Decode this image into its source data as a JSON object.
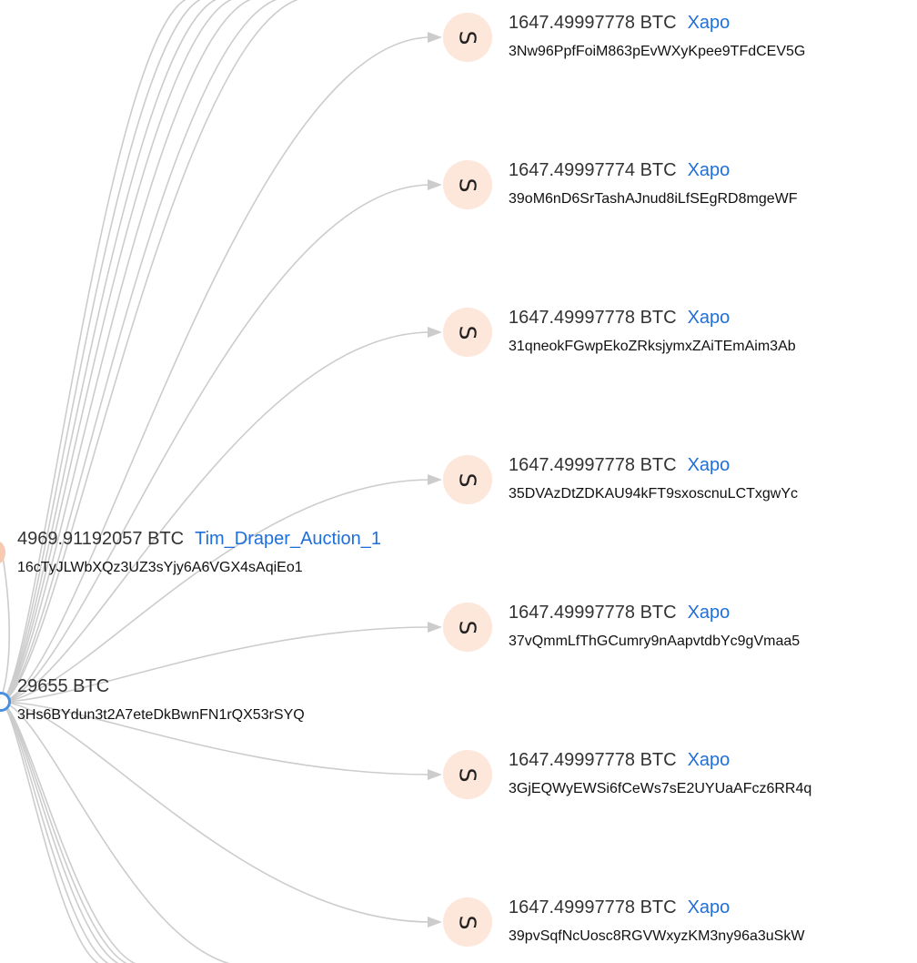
{
  "glyph": "S",
  "source": {
    "amount": "29655 BTC",
    "address": "3Hs6BYdun3t2A7eteDkBwnFN1rQX53rSYQ"
  },
  "upper_node": {
    "amount": "4969.91192057 BTC",
    "tag": "Tim_Draper_Auction_1",
    "address": "16cTyJLWbXQz3UZ3sYjy6A6VGX4sAqiEo1"
  },
  "targets": [
    {
      "amount": "1647.49997778 BTC",
      "tag": "Xapo",
      "address": "3Nw96PpfFoiM863pEvWXyKpee9TFdCEV5G"
    },
    {
      "amount": "1647.49997774 BTC",
      "tag": "Xapo",
      "address": "39oM6nD6SrTashAJnud8iLfSEgRD8mgeWF"
    },
    {
      "amount": "1647.49997778 BTC",
      "tag": "Xapo",
      "address": "31qneokFGwpEkoZRksjymxZAiTEmAim3Ab"
    },
    {
      "amount": "1647.49997778 BTC",
      "tag": "Xapo",
      "address": "35DVAzDtZDKAU94kFT9sxoscnuLCTxgwYc"
    },
    {
      "amount": "1647.49997778 BTC",
      "tag": "Xapo",
      "address": "37vQmmLfThGCumry9nAapvtdbYc9gVmaa5"
    },
    {
      "amount": "1647.49997778 BTC",
      "tag": "Xapo",
      "address": "3GjEQWyEWSi6fCeWs7sE2UYUaAFcz6RR4q"
    },
    {
      "amount": "1647.49997778 BTC",
      "tag": "Xapo",
      "address": "39pvSqfNcUosc8RGVWxyzKM3ny96a3uSkW"
    }
  ],
  "colors": {
    "node_fill": "#fde6da",
    "edge": "#cccccc",
    "tag": "#1e6fd9",
    "source_node": "#4a90e2",
    "upper_node": "#f6c9b0"
  }
}
